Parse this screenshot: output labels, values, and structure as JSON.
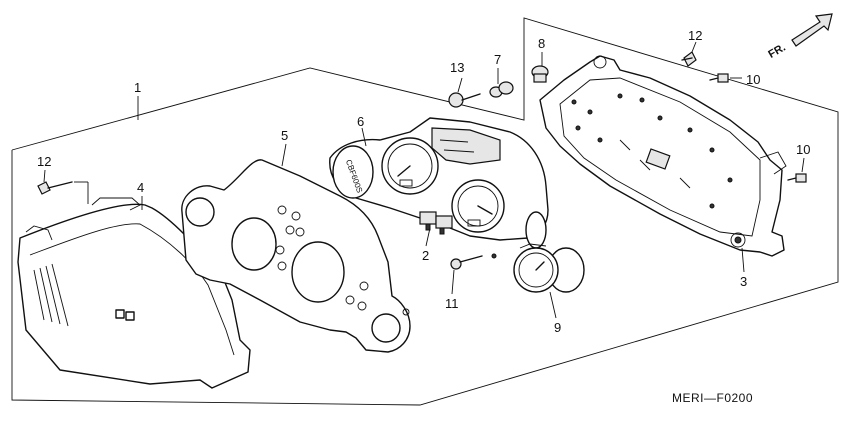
{
  "callouts": [
    {
      "id": "1",
      "label": "1"
    },
    {
      "id": "2",
      "label": "2"
    },
    {
      "id": "3",
      "label": "3"
    },
    {
      "id": "4",
      "label": "4"
    },
    {
      "id": "5",
      "label": "5"
    },
    {
      "id": "6",
      "label": "6"
    },
    {
      "id": "7",
      "label": "7"
    },
    {
      "id": "8",
      "label": "8"
    },
    {
      "id": "9",
      "label": "9"
    },
    {
      "id": "10a",
      "label": "10"
    },
    {
      "id": "10b",
      "label": "10"
    },
    {
      "id": "11",
      "label": "11"
    },
    {
      "id": "12a",
      "label": "12"
    },
    {
      "id": "12b",
      "label": "12"
    },
    {
      "id": "13",
      "label": "13"
    }
  ],
  "direction_indicator": "FR.",
  "diagram_code": "MERI—F0200",
  "gauge_badge": "CBF600S",
  "colors": {
    "line": "#111111",
    "background": "#ffffff"
  }
}
